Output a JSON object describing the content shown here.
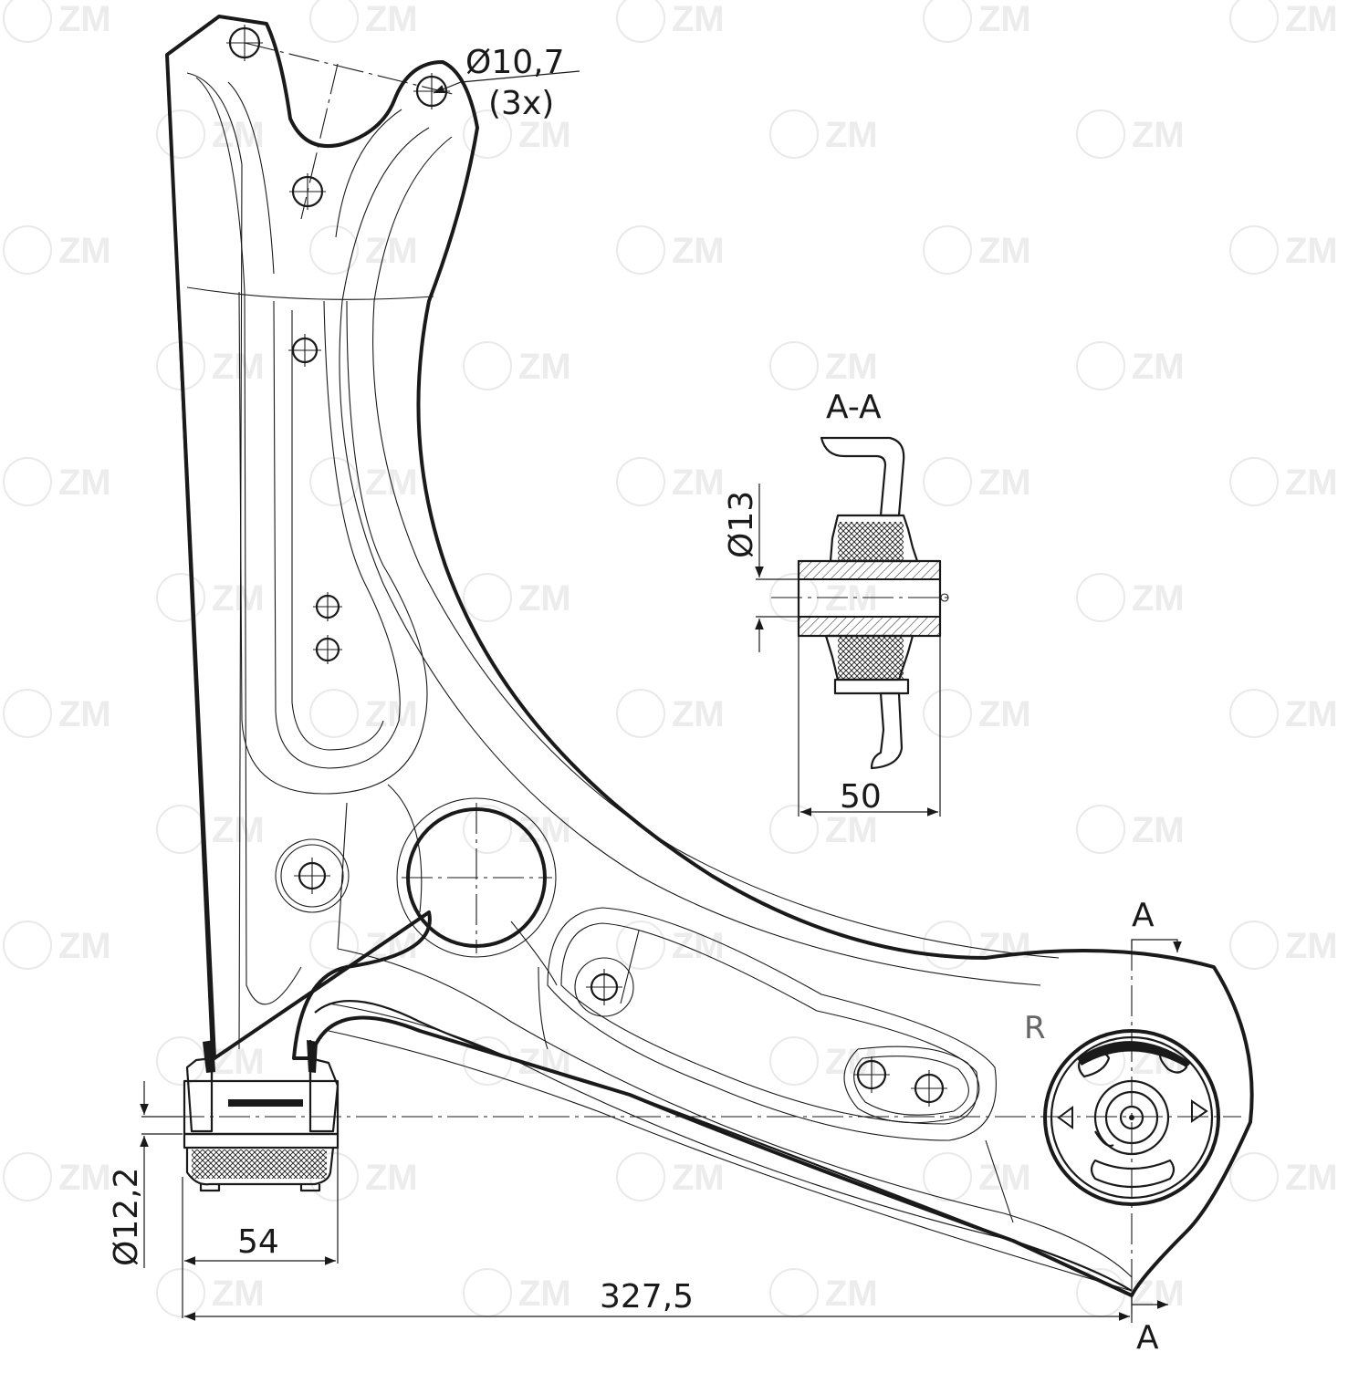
{
  "drawing": {
    "section_title": "A-A",
    "dim_hole_dia": "Ø10,7",
    "dim_hole_count": "(3x)",
    "dim_bush_inner": "Ø13",
    "dim_bush_width": "50",
    "dim_rear_bush_dia": "Ø12,2",
    "dim_rear_bush_width": "54",
    "dim_overall_length": "327,5",
    "section_mark_top": "A",
    "section_mark_bottom": "A",
    "mark_r": "R",
    "watermark": "ZM"
  }
}
